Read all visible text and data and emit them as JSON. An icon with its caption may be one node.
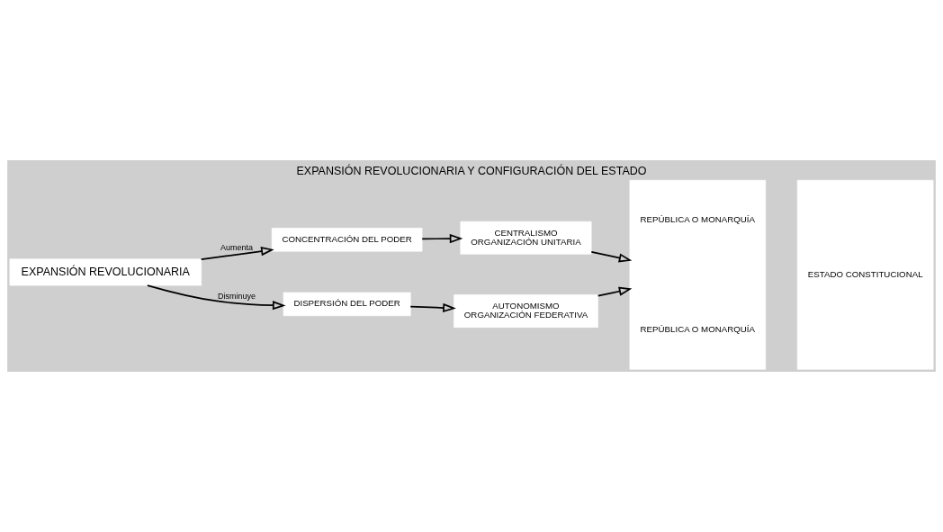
{
  "diagram": {
    "title": "EXPANSIÓN REVOLUCIONARIA Y CONFIGURACIÓN DEL ESTADO",
    "nodes": [
      {
        "text": [
          "EXPANSIÓN REVOLUCIONARIA"
        ]
      },
      {
        "text": [
          "CONCENTRACIÓN DEL PODER"
        ]
      },
      {
        "text": [
          "CENTRALISMO",
          "ORGANIZACIÓN UNITARIA"
        ]
      },
      {
        "text": [
          "DISPERSIÓN DEL PODER"
        ]
      },
      {
        "text": [
          "AUTONOMISMO",
          "ORGANIZACIÓN FEDERATIVA"
        ]
      },
      {
        "text": [
          "REPÚBLICA O MONARQUÍA",
          "REPÚBLICA O MONARQUÍA"
        ]
      },
      {
        "text": [
          "ESTADO CONSTITUCIONAL"
        ]
      }
    ],
    "edges": [
      {
        "from": 0,
        "to": 1,
        "arrow": "to",
        "label": "Aumenta"
      },
      {
        "from": 1,
        "to": 2,
        "arrow": "to"
      },
      {
        "from": 2,
        "to": 5,
        "arrow": "to"
      },
      {
        "from": 0,
        "to": 3,
        "arrow": "to",
        "label": "Disminuye"
      },
      {
        "from": 3,
        "to": 4,
        "arrow": "to"
      },
      {
        "from": 4,
        "to": 5,
        "arrow": "to"
      }
    ]
  }
}
